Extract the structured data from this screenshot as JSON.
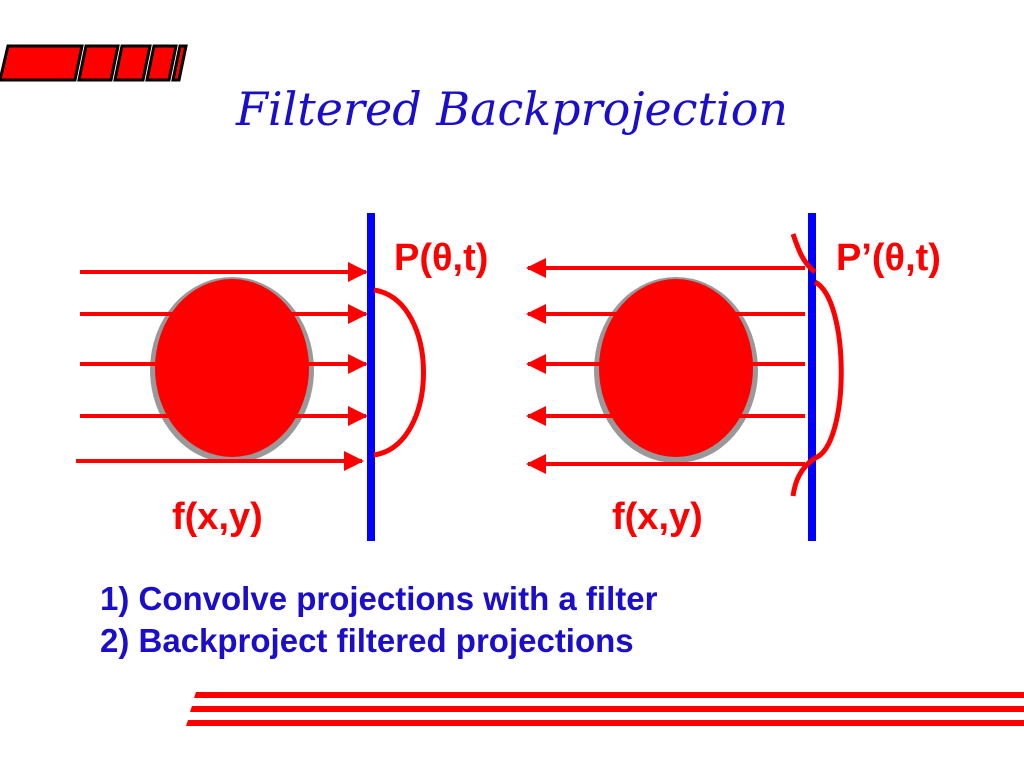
{
  "title": "Filtered Backprojection",
  "left_panel": {
    "projection_label": "P(θ,t)",
    "object_label": "f(x,y)"
  },
  "right_panel": {
    "projection_label": "P’(θ,t)",
    "object_label": "f(x,y)"
  },
  "steps": [
    "1) Convolve projections with a filter",
    "2) Backproject filtered projections"
  ],
  "colors": {
    "ray": "#ff0000",
    "detector": "#0000ff",
    "object_fill": "#ff0000",
    "object_rim": "#999999",
    "text_blue": "#1a0dcc"
  }
}
